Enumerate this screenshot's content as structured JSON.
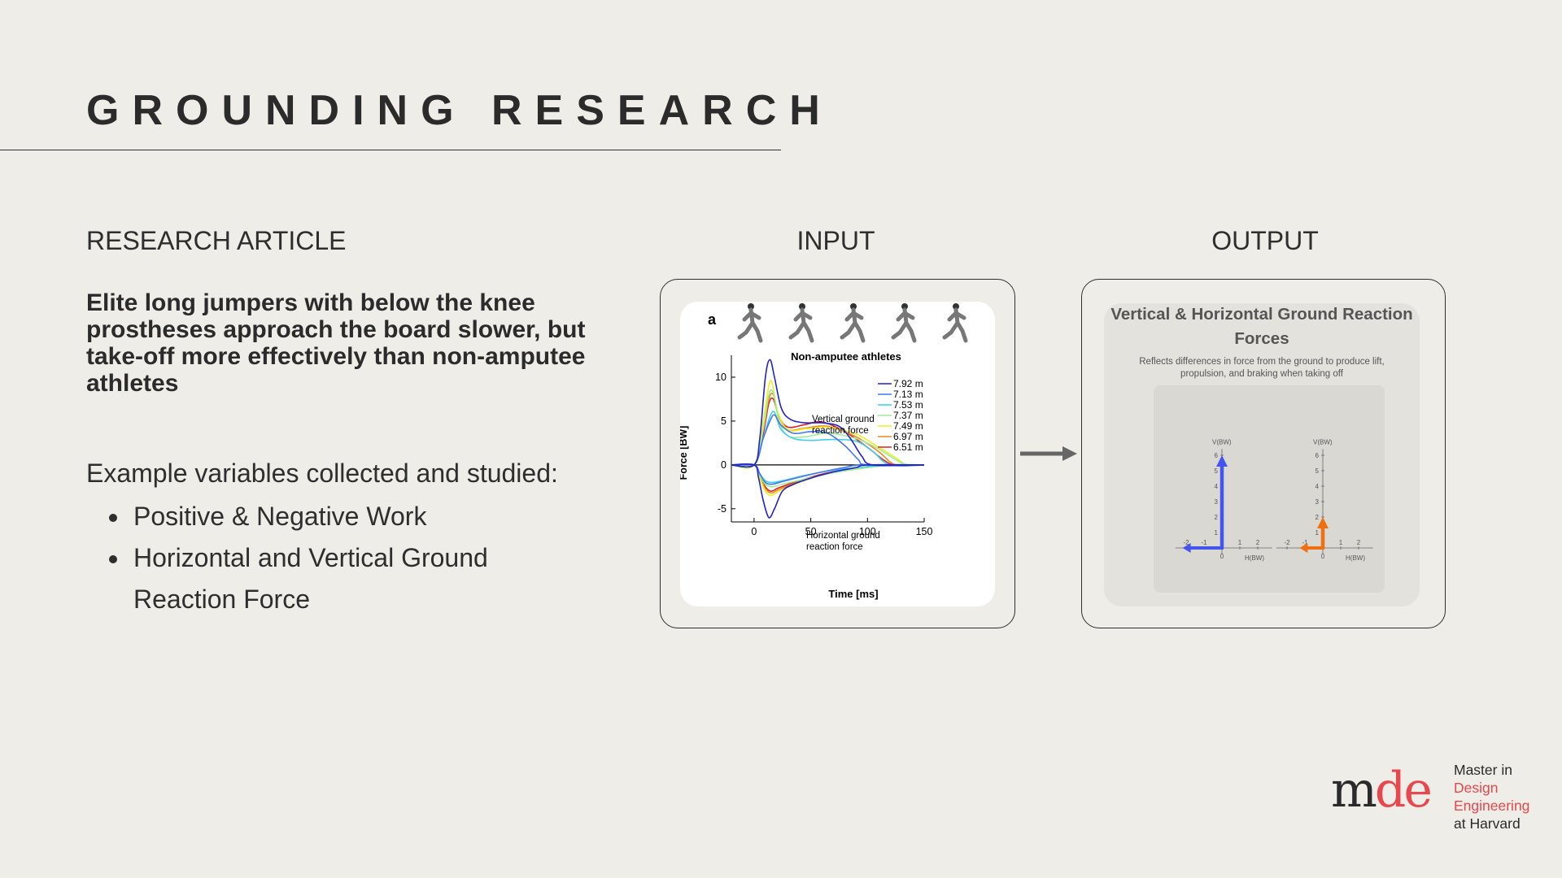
{
  "slide": {
    "title": "GROUNDING RESEARCH",
    "section_label": "RESEARCH ARTICLE",
    "article_title": "Elite long jumpers with below the knee prostheses approach the board slower, but take-off more effectively than non-amputee athletes",
    "variables_heading": "Example variables collected and studied:",
    "variables": [
      "Positive & Negative Work",
      "Horizontal and Vertical Ground Reaction Force"
    ],
    "input_label": "INPUT",
    "output_label": "OUTPUT"
  },
  "input_figure": {
    "panel_letter": "a",
    "group_title": "Non-amputee athletes",
    "vertical_annotation": [
      "Vertical ground",
      "reaction force"
    ],
    "horizontal_annotation": [
      "Horizontal ground",
      "reaction force"
    ]
  },
  "output_figure": {
    "title": "Vertical & Horizontal Ground Reaction Forces",
    "subtitle": "Reflects differences in force from the ground to produce lift, propulsion, and braking when taking off",
    "plots": [
      {
        "v_label": "V(BW)",
        "h_label": "H(BW)",
        "y_ticks": [
          "1",
          "2",
          "3",
          "4",
          "5",
          "6"
        ],
        "x_ticks": [
          "-2",
          "-1",
          "1",
          "2"
        ],
        "origin_label": "0",
        "vertical": 6,
        "horizontal": -2.2,
        "color": "#4455ee"
      },
      {
        "v_label": "V(BW)",
        "h_label": "H(BW)",
        "y_ticks": [
          "1",
          "2",
          "3",
          "4",
          "5",
          "6"
        ],
        "x_ticks": [
          "-2",
          "-1",
          "1",
          "2"
        ],
        "origin_label": "0",
        "vertical": 2,
        "horizontal": -1.3,
        "color": "#ee7011"
      }
    ]
  },
  "chart_data": {
    "type": "line",
    "xlabel": "Time [ms]",
    "ylabel": "Force [BW]",
    "xlim": [
      -20,
      150
    ],
    "ylim": [
      -6.5,
      12.5
    ],
    "x_ticks": [
      0,
      50,
      100,
      150
    ],
    "y_ticks": [
      -5,
      0,
      5,
      10
    ],
    "legend_position": "top-right",
    "series": [
      {
        "name": "7.92 m",
        "color": "#2222cc",
        "vertical": [
          [
            -20,
            0
          ],
          [
            0,
            0
          ],
          [
            5,
            3
          ],
          [
            10,
            10
          ],
          [
            14,
            12
          ],
          [
            18,
            10
          ],
          [
            24,
            6.5
          ],
          [
            32,
            5.2
          ],
          [
            45,
            4.8
          ],
          [
            60,
            4.8
          ],
          [
            75,
            4.4
          ],
          [
            85,
            3
          ],
          [
            95,
            1
          ],
          [
            105,
            0
          ],
          [
            150,
            0
          ]
        ],
        "horizontal": [
          [
            -20,
            0
          ],
          [
            0,
            0
          ],
          [
            4,
            -1.5
          ],
          [
            8,
            -4
          ],
          [
            13,
            -6
          ],
          [
            18,
            -5
          ],
          [
            25,
            -3
          ],
          [
            35,
            -2.2
          ],
          [
            50,
            -1.5
          ],
          [
            70,
            -0.8
          ],
          [
            90,
            -0.3
          ],
          [
            100,
            0
          ],
          [
            150,
            0
          ]
        ]
      },
      {
        "name": "7.13 m",
        "color": "#4477ee",
        "vertical": [
          [
            -20,
            0
          ],
          [
            0,
            0
          ],
          [
            8,
            3
          ],
          [
            14,
            5
          ],
          [
            18,
            5.7
          ],
          [
            24,
            4.5
          ],
          [
            35,
            3.6
          ],
          [
            50,
            3.8
          ],
          [
            65,
            3.6
          ],
          [
            80,
            2.2
          ],
          [
            92,
            0.6
          ],
          [
            100,
            0
          ],
          [
            150,
            0
          ]
        ],
        "horizontal": [
          [
            -20,
            0
          ],
          [
            0,
            0
          ],
          [
            5,
            -1
          ],
          [
            10,
            -2
          ],
          [
            16,
            -2.2
          ],
          [
            25,
            -1.9
          ],
          [
            40,
            -1.4
          ],
          [
            60,
            -0.8
          ],
          [
            80,
            -0.3
          ],
          [
            95,
            0
          ],
          [
            150,
            0
          ]
        ]
      },
      {
        "name": "7.53 m",
        "color": "#44ccee",
        "vertical": [
          [
            -20,
            0
          ],
          [
            0,
            0
          ],
          [
            8,
            3
          ],
          [
            14,
            5.5
          ],
          [
            18,
            6
          ],
          [
            24,
            4
          ],
          [
            35,
            3
          ],
          [
            50,
            2.8
          ],
          [
            70,
            2.9
          ],
          [
            90,
            2.7
          ],
          [
            105,
            1.5
          ],
          [
            120,
            0
          ],
          [
            150,
            0
          ]
        ],
        "horizontal": [
          [
            -20,
            0
          ],
          [
            0,
            0
          ],
          [
            5,
            -1
          ],
          [
            10,
            -1.8
          ],
          [
            16,
            -2
          ],
          [
            25,
            -1.8
          ],
          [
            45,
            -1.2
          ],
          [
            70,
            -0.6
          ],
          [
            100,
            -0.2
          ],
          [
            120,
            0
          ],
          [
            150,
            0
          ]
        ]
      },
      {
        "name": "7.37 m",
        "color": "#99ee99",
        "vertical": [
          [
            -20,
            0
          ],
          [
            0,
            0
          ],
          [
            8,
            4
          ],
          [
            13,
            8
          ],
          [
            17,
            8.2
          ],
          [
            22,
            5
          ],
          [
            30,
            3.3
          ],
          [
            45,
            3.2
          ],
          [
            65,
            3.6
          ],
          [
            90,
            3
          ],
          [
            110,
            1.8
          ],
          [
            125,
            0.6
          ],
          [
            135,
            0
          ],
          [
            150,
            0
          ]
        ],
        "horizontal": [
          [
            -20,
            0
          ],
          [
            0,
            0
          ],
          [
            5,
            -1.2
          ],
          [
            10,
            -2.2
          ],
          [
            16,
            -2.5
          ],
          [
            25,
            -2.2
          ],
          [
            45,
            -1.6
          ],
          [
            70,
            -0.9
          ],
          [
            100,
            -0.3
          ],
          [
            125,
            0
          ],
          [
            150,
            0
          ]
        ]
      },
      {
        "name": "7.49 m",
        "color": "#eeee22",
        "vertical": [
          [
            -20,
            0
          ],
          [
            0,
            0
          ],
          [
            8,
            5
          ],
          [
            13,
            9
          ],
          [
            16,
            9.3
          ],
          [
            21,
            6
          ],
          [
            30,
            4
          ],
          [
            45,
            4.1
          ],
          [
            65,
            4.3
          ],
          [
            90,
            3.5
          ],
          [
            110,
            2
          ],
          [
            125,
            0.8
          ],
          [
            135,
            0
          ],
          [
            150,
            0
          ]
        ],
        "horizontal": [
          [
            -20,
            0
          ],
          [
            0,
            0
          ],
          [
            5,
            -1.5
          ],
          [
            10,
            -3
          ],
          [
            15,
            -3.5
          ],
          [
            22,
            -3
          ],
          [
            40,
            -2
          ],
          [
            65,
            -1
          ],
          [
            95,
            -0.4
          ],
          [
            120,
            0
          ],
          [
            150,
            0
          ]
        ]
      },
      {
        "name": "6.97 m",
        "color": "#ee8822",
        "vertical": [
          [
            -20,
            0
          ],
          [
            0,
            0
          ],
          [
            8,
            4
          ],
          [
            13,
            7.5
          ],
          [
            17,
            8
          ],
          [
            22,
            5.5
          ],
          [
            30,
            4
          ],
          [
            45,
            4.2
          ],
          [
            65,
            4.4
          ],
          [
            90,
            3.2
          ],
          [
            110,
            1.5
          ],
          [
            125,
            0
          ],
          [
            150,
            0
          ]
        ],
        "horizontal": [
          [
            -20,
            0
          ],
          [
            0,
            0
          ],
          [
            5,
            -1.3
          ],
          [
            10,
            -2.7
          ],
          [
            15,
            -3.2
          ],
          [
            22,
            -2.8
          ],
          [
            40,
            -1.9
          ],
          [
            65,
            -1
          ],
          [
            95,
            -0.3
          ],
          [
            115,
            0
          ],
          [
            150,
            0
          ]
        ]
      },
      {
        "name": "6.51 m",
        "color": "#dd2222",
        "vertical": [
          [
            -20,
            0
          ],
          [
            0,
            0
          ],
          [
            8,
            3.5
          ],
          [
            13,
            7
          ],
          [
            17,
            7.5
          ],
          [
            22,
            5.5
          ],
          [
            30,
            4.3
          ],
          [
            45,
            4.6
          ],
          [
            60,
            4.9
          ],
          [
            80,
            3.8
          ],
          [
            100,
            2
          ],
          [
            115,
            0.5
          ],
          [
            125,
            0
          ],
          [
            150,
            0
          ]
        ],
        "horizontal": [
          [
            -20,
            0
          ],
          [
            0,
            0
          ],
          [
            5,
            -1.2
          ],
          [
            10,
            -2.5
          ],
          [
            15,
            -3
          ],
          [
            22,
            -2.6
          ],
          [
            40,
            -1.8
          ],
          [
            65,
            -0.9
          ],
          [
            95,
            -0.3
          ],
          [
            115,
            0
          ],
          [
            150,
            0
          ]
        ]
      }
    ]
  },
  "logo": {
    "mark": "mde",
    "line1": "Master in",
    "line2": "Design",
    "line3": "Engineering",
    "line4": "at Harvard"
  }
}
